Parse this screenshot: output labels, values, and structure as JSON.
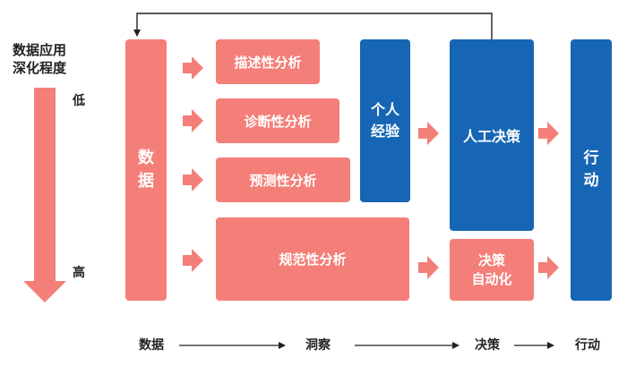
{
  "side_label": {
    "line1": "数据应用",
    "line2": "深化程度",
    "low": "低",
    "high": "高"
  },
  "data_column": {
    "char1": "数",
    "char2": "据"
  },
  "analyses": [
    {
      "label": "描述性分析"
    },
    {
      "label": "诊断性分析"
    },
    {
      "label": "预测性分析"
    },
    {
      "label": "规范性分析"
    }
  ],
  "experience": {
    "line1": "个人",
    "line2": "经验"
  },
  "manual_decision": {
    "label": "人工决策"
  },
  "auto_decision": {
    "line1": "决策",
    "line2": "自动化"
  },
  "action": {
    "line1": "行",
    "line2": "动"
  },
  "bottom_flow": {
    "step1": "数据",
    "step2": "洞察",
    "step3": "决策",
    "step4": "行动"
  },
  "colors": {
    "salmon": "#f47f78",
    "blue": "#1766b5",
    "arrow": "#f47f78",
    "line": "#222222"
  }
}
